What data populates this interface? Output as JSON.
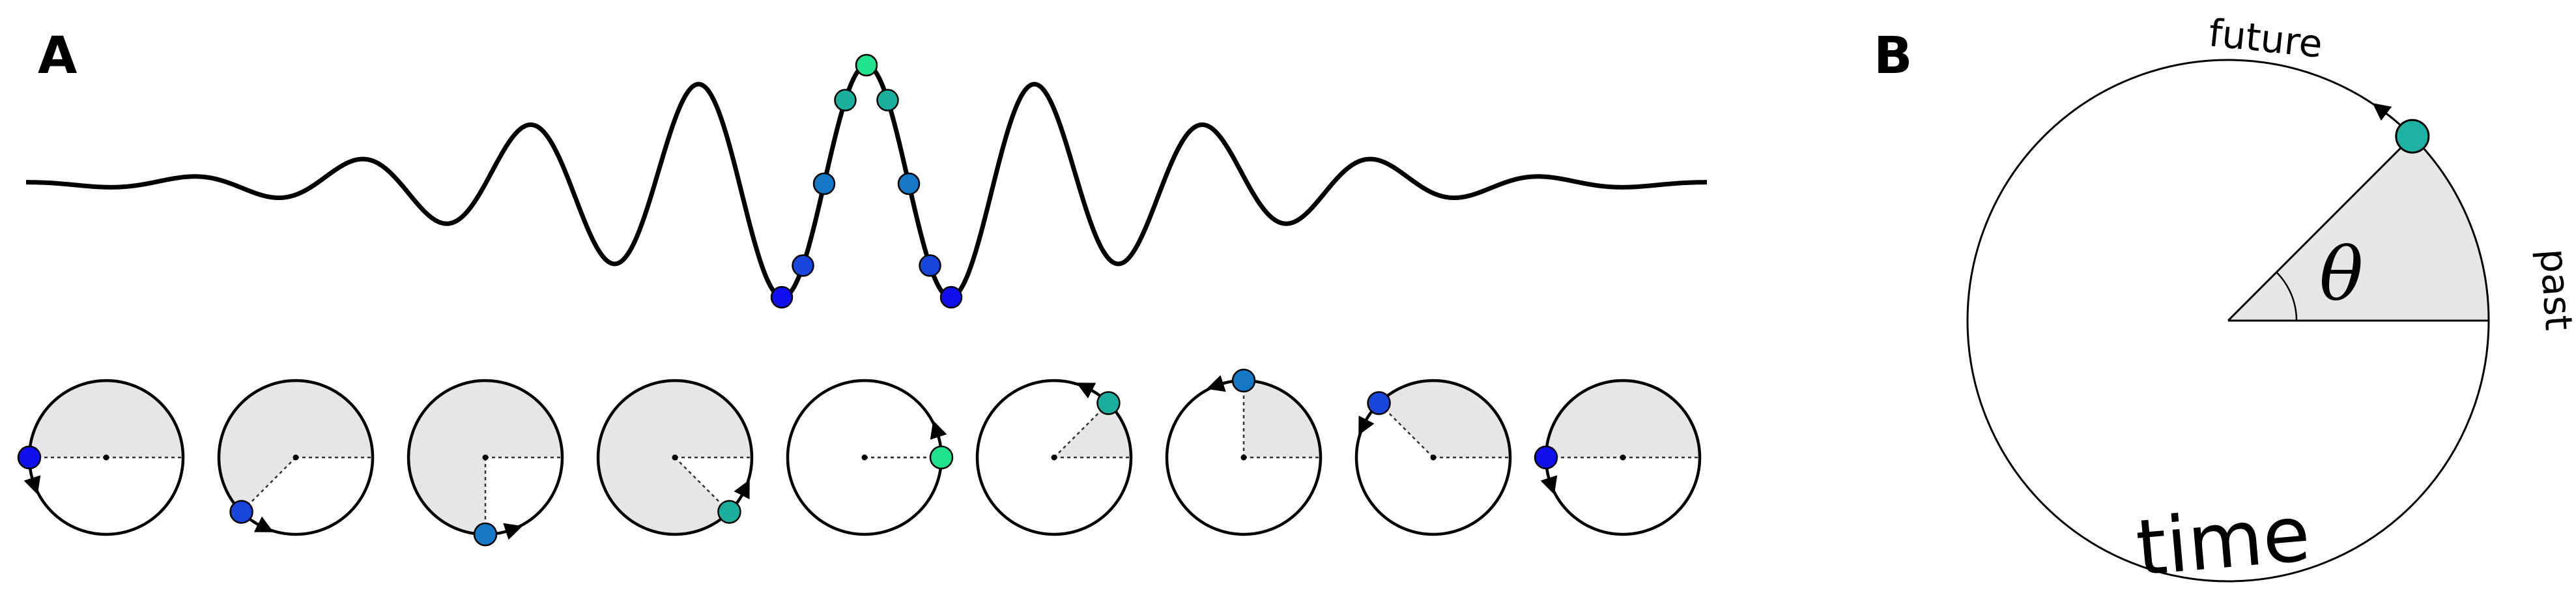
{
  "panels": {
    "a": {
      "label": "A"
    },
    "b": {
      "label": "B"
    }
  },
  "circle_b": {
    "future_label": "future",
    "past_label": "past",
    "time_label": "time",
    "angle_label": "θ",
    "phase_deg": 45,
    "marker_color": "#1fb2a2"
  },
  "wave": {
    "samples": [
      {
        "phase_deg": 180,
        "color": "#1010ee"
      },
      {
        "phase_deg": 225,
        "color": "#1846dc"
      },
      {
        "phase_deg": 270,
        "color": "#1478c6"
      },
      {
        "phase_deg": 315,
        "color": "#1cae9c"
      },
      {
        "phase_deg": 0,
        "color": "#20e28e"
      },
      {
        "phase_deg": 45,
        "color": "#1cae9c"
      },
      {
        "phase_deg": 90,
        "color": "#1478c6"
      },
      {
        "phase_deg": 135,
        "color": "#1846dc"
      },
      {
        "phase_deg": 180,
        "color": "#1010ee"
      }
    ]
  },
  "colors": {
    "ink": "#000000",
    "shade": "#e6e6e6",
    "shade_stroke": "#bdbdbd"
  }
}
